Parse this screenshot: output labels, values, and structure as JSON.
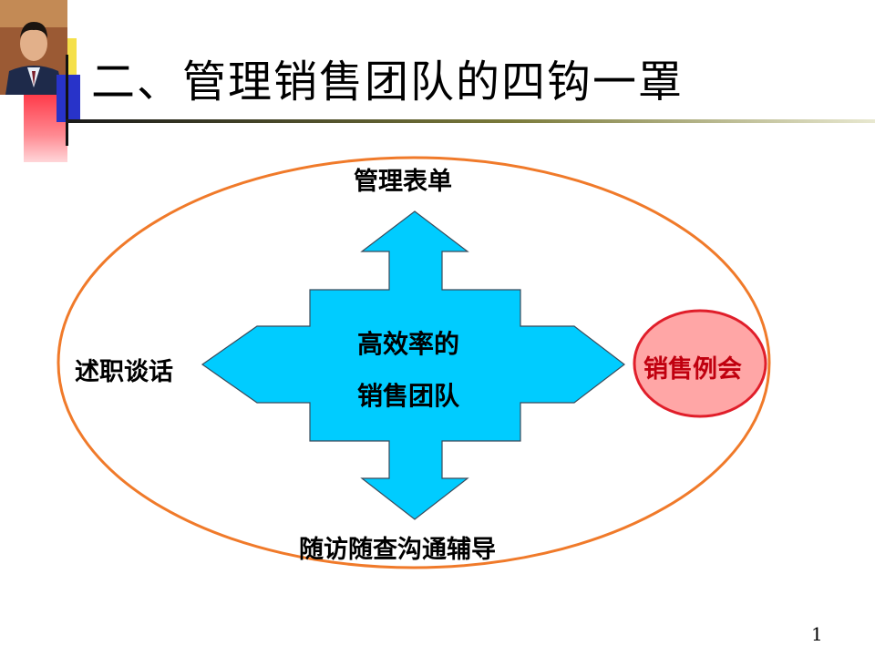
{
  "title": "二、管理销售团队的四钩一罩",
  "diagram": {
    "top_label": "管理表单",
    "left_label": "述职谈话",
    "bottom_label": "随访随查沟通辅导",
    "right_label": "销售例会",
    "center_line1": "高效率的",
    "center_line2": "销售团队"
  },
  "colors": {
    "outer_ellipse": "#f07a2a",
    "cross_fill": "#00ccff",
    "right_circle_fill": "#ffa6a6",
    "right_circle_stroke": "#e01e2a",
    "right_label": "#c0000f"
  },
  "page_number": "1"
}
